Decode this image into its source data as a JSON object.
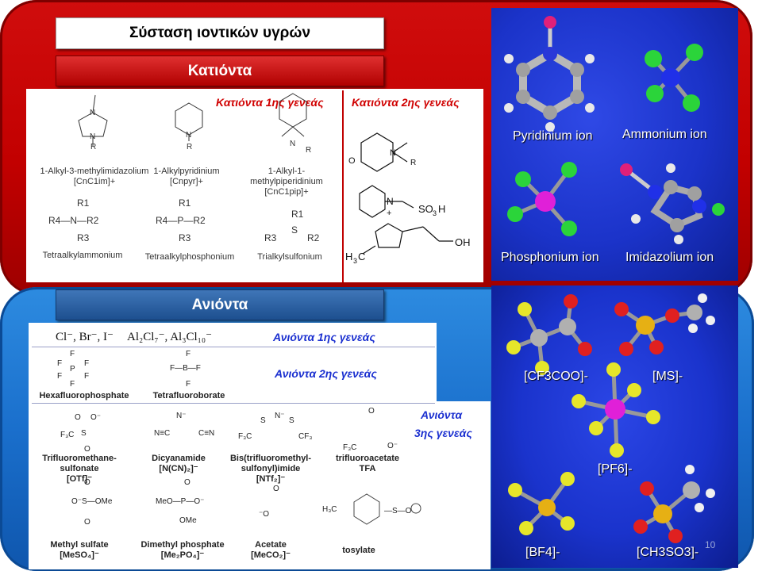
{
  "title": "Σύσταση ιοντικών υγρών",
  "cations_header": "Κατιόντα",
  "anions_header": "Ανιόντα",
  "cations": {
    "gen1": "Κατιόντα 1ης γενεάς",
    "gen2": "Κατιόντα 2ης γενεάς",
    "items": [
      {
        "name": "1-Alkyl-3-methylimidazolium",
        "formula": "[CnC1im]+"
      },
      {
        "name": "1-Alkylpyridinium",
        "formula": "[Cnpyr]+"
      },
      {
        "name": "1-Alkyl-1-methylpiperidinium",
        "formula": "[CnC1pip]+"
      },
      {
        "name": "Tetraalkylammonium",
        "formula": ""
      },
      {
        "name": "Tetraalkylphosphonium",
        "formula": ""
      },
      {
        "name": "Trialkylsulfonium",
        "formula": ""
      }
    ]
  },
  "cation_models": [
    "Pyridinium ion",
    "Ammonium ion",
    "Phosphonium ion",
    "Imidazolium ion"
  ],
  "anions": {
    "gen1": "Ανιόντα 1ης γενεάς",
    "gen2": "Ανιόντα 2ης γενεάς",
    "gen3_a": "Ανιόντα",
    "gen3_b": "3ης γενεάς",
    "halides": "Cl⁻, Br⁻, I⁻",
    "aluminates": "Al₂Cl₇⁻, Al₃Cl₁₀⁻",
    "items": [
      {
        "name": "Hexafluorophosphate",
        "formula": ""
      },
      {
        "name": "Tetrafluoroborate",
        "formula": ""
      },
      {
        "name": "Trifluoromethane-sulfonate",
        "formula": "[OTf]⁻"
      },
      {
        "name": "Dicyanamide",
        "formula": "[N(CN)₂]⁻"
      },
      {
        "name": "Bis(trifluoromethyl-sulfonyl)imide",
        "formula": "[NTf₂]⁻"
      },
      {
        "name": "trifluoroacetate",
        "formula": "TFA"
      },
      {
        "name": "Methyl sulfate",
        "formula": "[MeSO₄]⁻"
      },
      {
        "name": "Dimethyl phosphate",
        "formula": "[Me₂PO₄]⁻"
      },
      {
        "name": "Acetate",
        "formula": "[MeCO₂]⁻"
      },
      {
        "name": "tosylate",
        "formula": ""
      }
    ]
  },
  "anion_models": [
    "[CF3COO]-",
    "[MS]-",
    "[PF6]-",
    "[BF4]-",
    "[CH3SO3]-"
  ],
  "page_number": "10"
}
